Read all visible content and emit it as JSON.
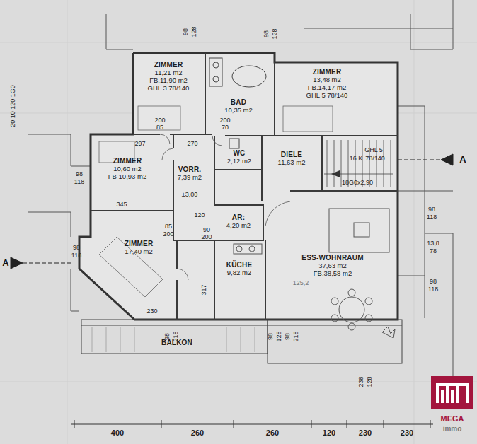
{
  "diagram": {
    "nodes": [
      {
        "text": [
          "ZIMMER",
          "11,21 m2",
          "FB.11,90 m2",
          "GHL 3 78/140"
        ]
      },
      {
        "text": [
          "BAD",
          "10,35 m2"
        ]
      },
      {
        "text": [
          "ZIMMER",
          "13,48 m2",
          "FB.14,17 m2",
          "GHL 5 78/140"
        ]
      },
      {
        "text": [
          "ZIMMER",
          "10,60 m2",
          "FB 10,93 m2"
        ]
      },
      {
        "text": [
          "VORR.",
          "7,39 m2"
        ]
      },
      {
        "text": [
          "WC",
          "2,12 m2"
        ]
      },
      {
        "text": [
          "DIELE",
          "11,63 m2"
        ]
      },
      {
        "text": [
          "AR:",
          "4,20 m2"
        ]
      },
      {
        "text": [
          "ZIMMER",
          "17,40 m2"
        ]
      },
      {
        "text": [
          "KÜCHE",
          "9,82 m2"
        ]
      },
      {
        "text": [
          "ESS-WOHNRAUM",
          "37,63 m2",
          "FB.38,58 m2"
        ]
      },
      {
        "text": [
          "BALKON"
        ]
      }
    ],
    "labels": [
      "98",
      "128",
      "98",
      "128",
      "98",
      "118",
      "A",
      "A",
      "98",
      "118",
      "98",
      "118",
      "13,8",
      "78",
      "98",
      "118",
      "98",
      "218",
      "98",
      "128",
      "98",
      "218",
      "238",
      "128",
      "400",
      "260",
      "260",
      "120",
      "230",
      "230",
      "270",
      "297",
      "345",
      "230",
      "317",
      "±3,00",
      "85",
      "200",
      "70",
      "200",
      "85",
      "200",
      "120",
      "90",
      "200",
      "16 K",
      "18G0x2,90",
      "GHL 5",
      "78/140",
      "125,2",
      "20 10 120 1G0",
      "MEGA",
      "immo"
    ]
  }
}
